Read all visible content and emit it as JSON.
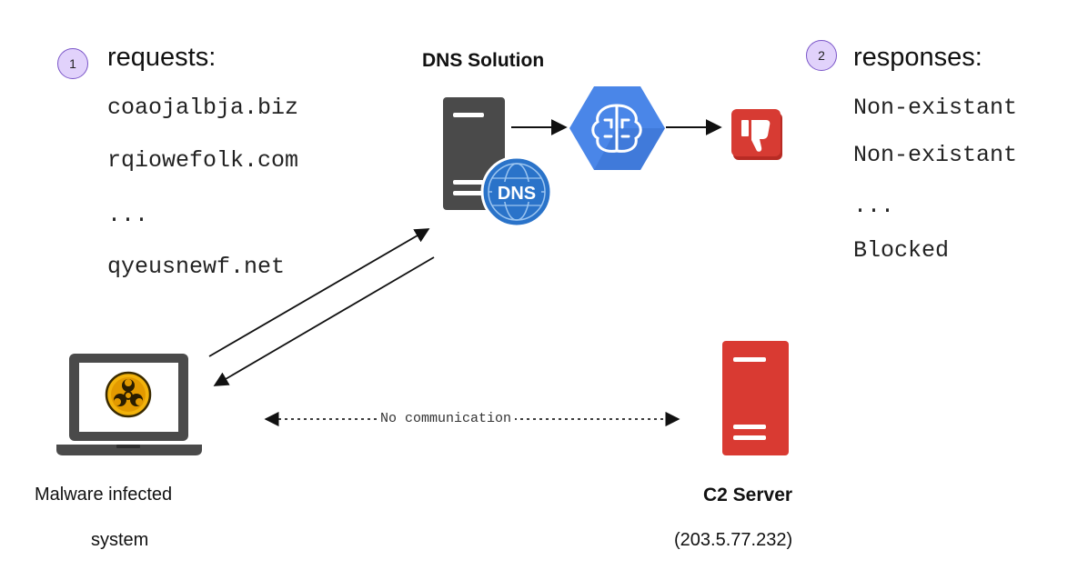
{
  "requests": {
    "badge": "1",
    "heading": "requests:",
    "items": [
      "coaojalbja.biz",
      "rqiowefolk.com",
      "...",
      "qyeusnewf.net"
    ]
  },
  "responses": {
    "badge": "2",
    "heading": "responses:",
    "items": [
      "Non-existant",
      "Non-existant",
      "...",
      "Blocked"
    ]
  },
  "dns": {
    "title": "DNS Solution",
    "globe_label": "DNS"
  },
  "malware": {
    "label_line1": "Malware infected",
    "label_line2": "system"
  },
  "c2": {
    "title": "C2 Server",
    "ip": "(203.5.77.232)"
  },
  "link": {
    "label": "No communication"
  },
  "colors": {
    "badge_fill": "#e1d2fb",
    "badge_border": "#7a55c8",
    "server_dark": "#4a4a4a",
    "server_red": "#d93a32",
    "ai_blue": "#4a86e8",
    "thumb_red": "#d73b33"
  },
  "icons": {
    "dns_server": "server-icon",
    "dns_globe": "globe-icon",
    "ai_engine": "brain-hexagon-icon",
    "verdict": "thumbs-down-icon",
    "malware_pc": "laptop-icon",
    "biohazard": "biohazard-icon",
    "c2_server": "server-icon"
  }
}
